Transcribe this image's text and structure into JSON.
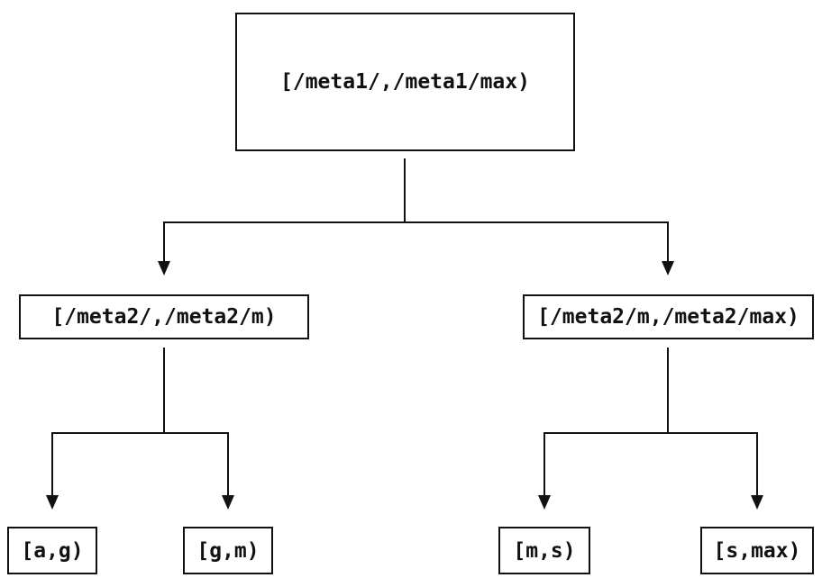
{
  "diagram": {
    "type": "tree",
    "colors": {
      "line": "#111111",
      "text": "#111111",
      "background": "#ffffff"
    },
    "root": {
      "label": "[/meta1/,/meta1/max)"
    },
    "children": [
      {
        "label": "[/meta2/,/meta2/m)",
        "children": [
          {
            "label": "[a,g)"
          },
          {
            "label": "[g,m)"
          }
        ]
      },
      {
        "label": "[/meta2/m,/meta2/max)",
        "children": [
          {
            "label": "[m,s)"
          },
          {
            "label": "[s,max)"
          }
        ]
      }
    ]
  }
}
